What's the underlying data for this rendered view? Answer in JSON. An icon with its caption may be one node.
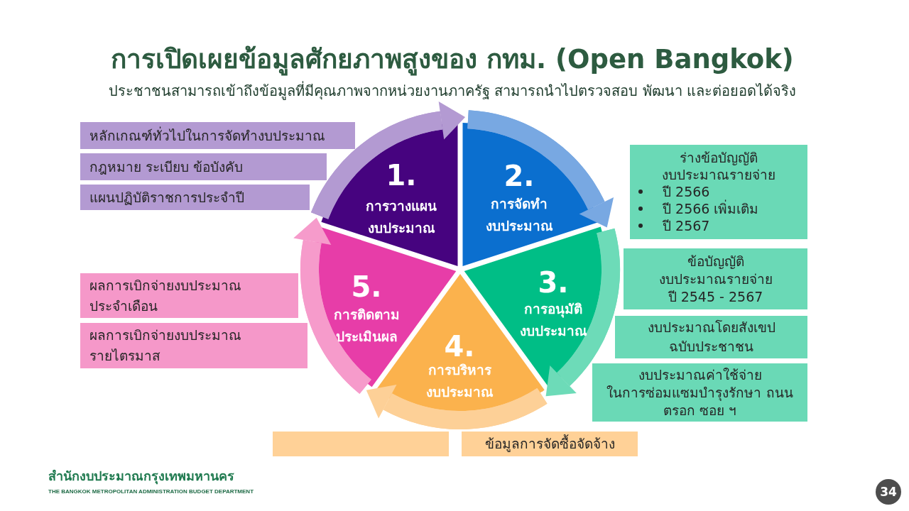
{
  "diagram": {
    "title": "การเปิดเผยข้อมูลศักยภาพสูงของ กทม. (Open Bangkok)",
    "nodes": [
      {
        "text": [
          "1.",
          "การวางแผน งบประมาณ"
        ]
      },
      {
        "text": [
          "2.",
          "การจัดทำ งบประมาณ"
        ]
      },
      {
        "text": [
          "3.",
          "การอนุมัติ งบประมาณ"
        ]
      },
      {
        "text": [
          "4.",
          "การบริหาร งบประมาณ"
        ]
      },
      {
        "text": [
          "5.",
          "การติดตาม ประเมินผล"
        ]
      },
      {
        "text": [
          "หลักเกณฑ์ทั่วไปในการจัดทำงบประมาณ"
        ]
      },
      {
        "text": [
          "กฎหมาย ระเบียบ ข้อบังคับ"
        ]
      },
      {
        "text": [
          "แผนปฏิบัติราชการประจำปี"
        ]
      },
      {
        "text": [
          "ร่างข้อบัญญัติ งบประมาณรายจ่าย",
          "ปี 2566",
          "ปี 2566 เพิ่มเติม",
          "ปี 2567"
        ]
      },
      {
        "text": [
          "ข้อบัญญัติ งบประมาณรายจ่าย ปี 2545 - 2567"
        ]
      },
      {
        "text": [
          "งบประมาณโดยสังเขป ฉบับประชาชน"
        ]
      },
      {
        "text": [
          "งบประมาณค่าใช้จ่าย ในการซ่อมแซมบำรุงรักษา ถนน ตรอก ซอย ฯ"
        ]
      },
      {
        "text": [],
        "shape": "box"
      },
      {
        "text": [
          "ข้อมูลการจัดซื้อจัดจ้าง"
        ]
      },
      {
        "text": [
          "ผลการเบิกจ่ายงบประมาณ ประจำเดือน"
        ]
      },
      {
        "text": [
          "ผลการเบิกจ่ายงบประมาณ รายไตรมาส"
        ]
      }
    ],
    "edges": [
      {
        "from": 0,
        "to": 1,
        "arrow": "to",
        "color": "#b39ad2"
      },
      {
        "from": 1,
        "to": 2,
        "arrow": "to",
        "color": "#78a8e2"
      },
      {
        "from": 2,
        "to": 3,
        "arrow": "to",
        "color": "#6ddbb8"
      },
      {
        "from": 3,
        "to": 4,
        "arrow": "to",
        "color": "#fdd097"
      },
      {
        "from": 4,
        "to": 0,
        "arrow": "to",
        "color": "#f69bcb"
      }
    ],
    "labels": [
      "ประชาชนสามารถเข้าถึงข้อมูลที่มีคุณภาพจากหน่วยงานภาครัฐ สามารถนำไปตรวจสอบ พัฒนา และต่อยอดได้จริง",
      "สำนักงบประมาณกรุงเทพมหานคร",
      "THE BANGKOK METROPOLITAN ADMINISTRATION BUDGET DEPARTMENT",
      "34"
    ]
  }
}
